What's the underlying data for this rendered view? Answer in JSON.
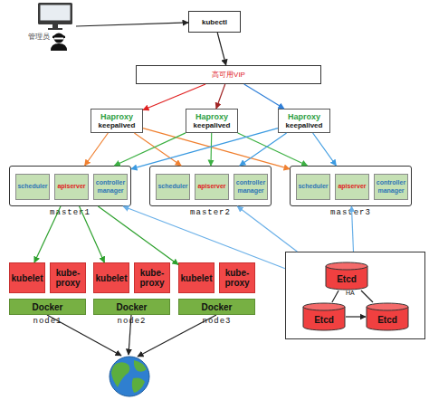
{
  "diagram": {
    "nodes": [
      {
        "text": [
          "管理员"
        ]
      },
      {
        "text": [
          "kubectl"
        ]
      },
      {
        "text": [
          "高可用VIP"
        ]
      },
      {
        "text": [
          "Haproxy",
          "keepalived"
        ]
      },
      {
        "text": [
          "Haproxy",
          "keepalived"
        ]
      },
      {
        "text": [
          "Haproxy",
          "keepalived"
        ]
      },
      {
        "text": [
          "master1"
        ]
      },
      {
        "text": [
          "scheduler"
        ],
        "in": 6
      },
      {
        "text": [
          "apiserver"
        ],
        "in": 6
      },
      {
        "text": [
          "controllermanager"
        ],
        "in": 6
      },
      {
        "text": [
          "master2"
        ]
      },
      {
        "text": [
          "scheduler"
        ],
        "in": 10
      },
      {
        "text": [
          "apiserver"
        ],
        "in": 10
      },
      {
        "text": [
          "controllermanager"
        ],
        "in": 10
      },
      {
        "text": [
          "master3"
        ]
      },
      {
        "text": [
          "scheduler"
        ],
        "in": 14
      },
      {
        "text": [
          "apiserver"
        ],
        "in": 14
      },
      {
        "text": [
          "controllermanager"
        ],
        "in": 14
      },
      {
        "text": [
          "kubelet"
        ]
      },
      {
        "text": [
          "kube-proxy"
        ]
      },
      {
        "text": [
          "kubelet"
        ]
      },
      {
        "text": [
          "kube-proxy"
        ]
      },
      {
        "text": [
          "kubelet"
        ]
      },
      {
        "text": [
          "kube-proxy"
        ]
      },
      {
        "text": [
          "Docker"
        ]
      },
      {
        "text": [
          "Docker"
        ]
      },
      {
        "text": [
          "Docker"
        ]
      },
      {
        "text": [
          "HA"
        ]
      },
      {
        "text": [
          "Etcd"
        ],
        "in": 27
      },
      {
        "text": [
          "Etcd"
        ],
        "in": 27
      },
      {
        "text": [
          "Etcd"
        ],
        "in": 27
      }
    ],
    "edges": [
      {
        "from": 0,
        "to": 1,
        "arrow": "to"
      },
      {
        "from": 1,
        "to": 2,
        "arrow": "to"
      },
      {
        "from": 2,
        "to": 3,
        "arrow": "to"
      },
      {
        "from": 2,
        "to": 4,
        "arrow": "to"
      },
      {
        "from": 2,
        "to": 5,
        "arrow": "to"
      },
      {
        "from": 3,
        "to": 6,
        "arrow": "to"
      },
      {
        "from": 3,
        "to": 10,
        "arrow": "to"
      },
      {
        "from": 3,
        "to": 14,
        "arrow": "to"
      },
      {
        "from": 4,
        "to": 6,
        "arrow": "to"
      },
      {
        "from": 4,
        "to": 10,
        "arrow": "to"
      },
      {
        "from": 4,
        "to": 14,
        "arrow": "to"
      },
      {
        "from": 5,
        "to": 6,
        "arrow": "to"
      },
      {
        "from": 5,
        "to": 10,
        "arrow": "to"
      },
      {
        "from": 5,
        "to": 14,
        "arrow": "to"
      },
      {
        "from": 6,
        "to": 18,
        "arrow": "to"
      },
      {
        "from": 6,
        "to": 20,
        "arrow": "to"
      },
      {
        "from": 6,
        "to": 22,
        "arrow": "to"
      },
      {
        "from": 27,
        "to": 6,
        "arrow": "to"
      },
      {
        "from": 27,
        "to": 10,
        "arrow": "to"
      },
      {
        "from": 27,
        "to": 14,
        "arrow": "to"
      },
      {
        "from": 28,
        "to": 29,
        "arrow": "none"
      },
      {
        "from": 28,
        "to": 30,
        "arrow": "none"
      },
      {
        "from": 29,
        "to": 30,
        "arrow": "to"
      }
    ],
    "labels": [
      "node1",
      "node2",
      "node3"
    ]
  }
}
